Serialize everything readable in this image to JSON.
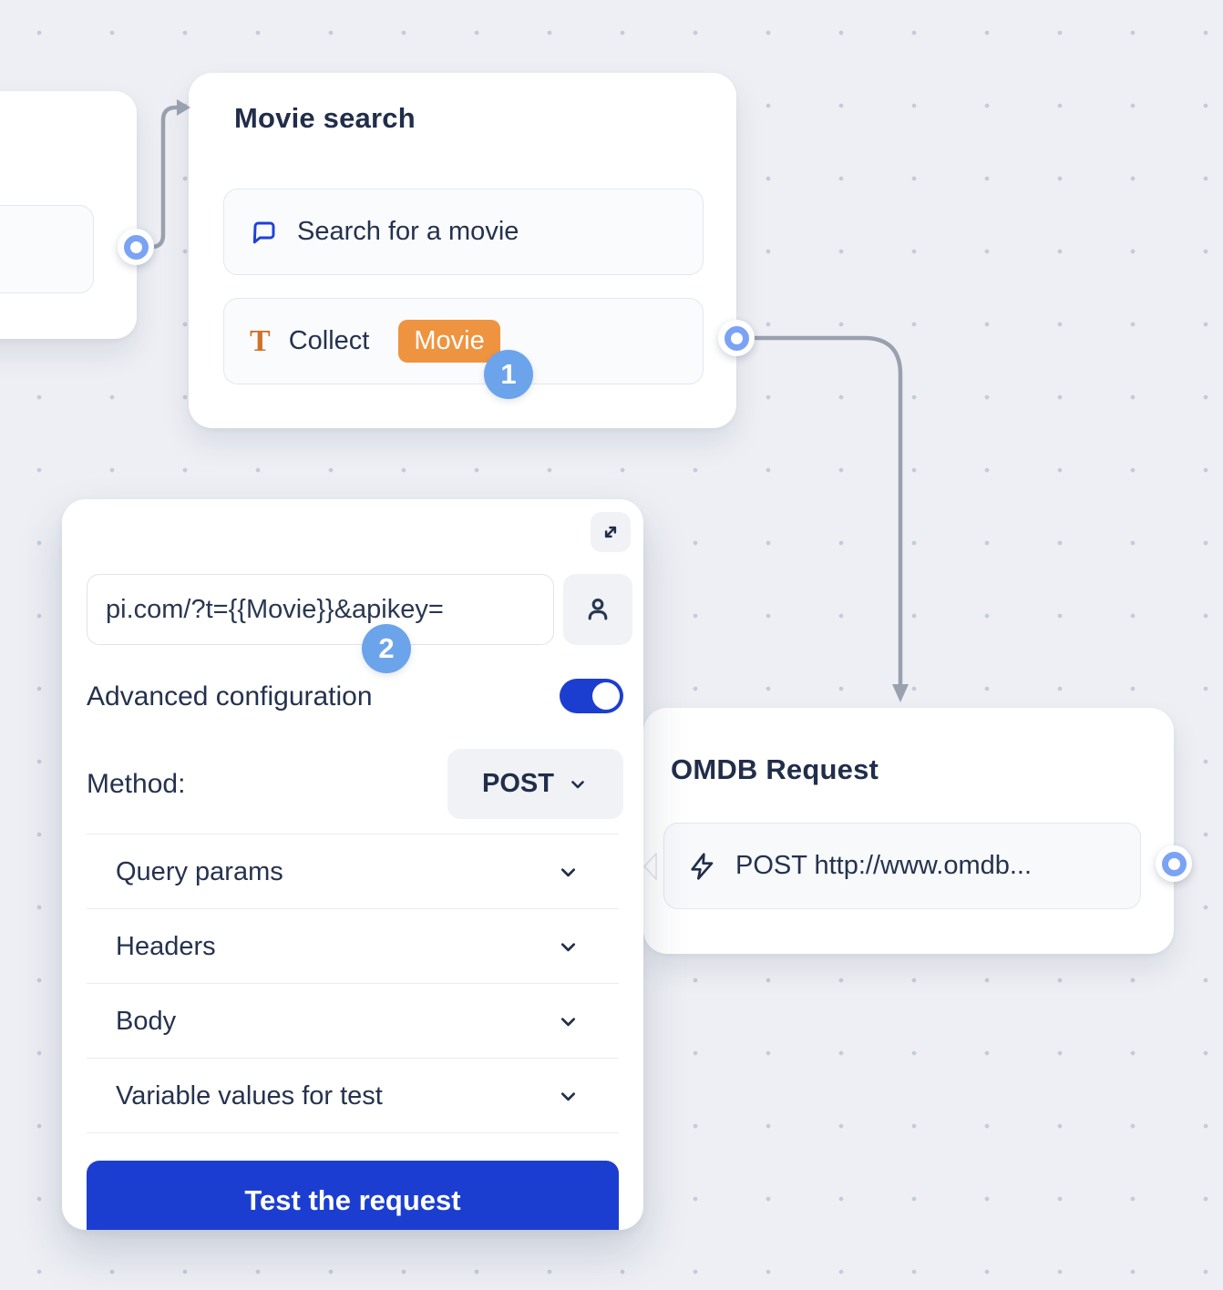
{
  "colors": {
    "background": "#edeff4",
    "accent_blue": "#1c3ed0",
    "step_badge_blue": "#6ca4eb",
    "variable_badge_orange": "#ee9440",
    "icon_orange": "#d0722a",
    "icon_blue": "#1e41d8",
    "connector_gray": "#99a0ae",
    "port_ring_blue": "#7ba3f4",
    "text_navy": "#25324e"
  },
  "movie_node": {
    "title": "Movie search",
    "items": [
      {
        "icon": "chat-bubble-icon",
        "label": "Search for a movie"
      },
      {
        "icon": "text-input-icon",
        "label": "Collect",
        "variable": "Movie"
      }
    ]
  },
  "step_badges": {
    "one": "1",
    "two": "2"
  },
  "request_panel": {
    "url_value": "pi.com/?t={{Movie}}&apikey=",
    "advanced_label": "Advanced configuration",
    "method_label": "Method:",
    "method_value": "POST",
    "sections": [
      {
        "label": "Query params"
      },
      {
        "label": "Headers"
      },
      {
        "label": "Body"
      },
      {
        "label": "Variable values for test"
      }
    ],
    "test_button_label": "Test the request"
  },
  "omdb_node": {
    "title": "OMDB Request",
    "item_label": "POST http://www.omdb..."
  }
}
